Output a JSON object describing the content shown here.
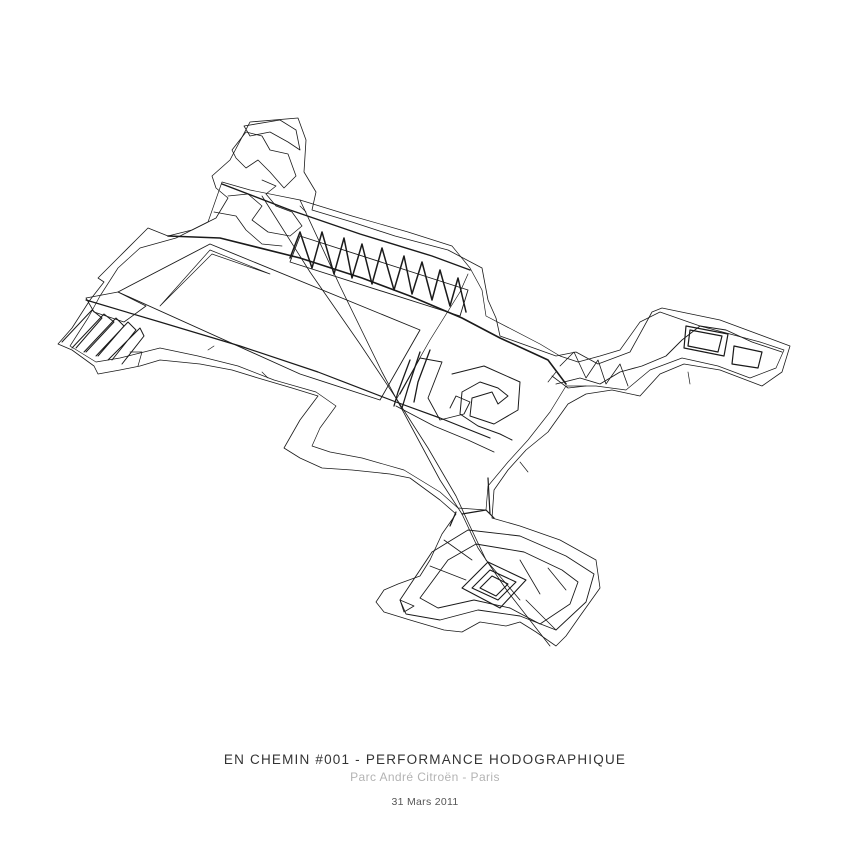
{
  "caption": {
    "title": "EN CHEMIN #001 - PERFORMANCE HODOGRAPHIQUE",
    "subtitle": "Parc André Citroën - Paris",
    "date": "31 Mars 2011"
  },
  "colors": {
    "background": "#ffffff",
    "trace": "#1a1a1a",
    "title": "#333333",
    "subtitle": "#b3b3b3",
    "date": "#555555"
  }
}
